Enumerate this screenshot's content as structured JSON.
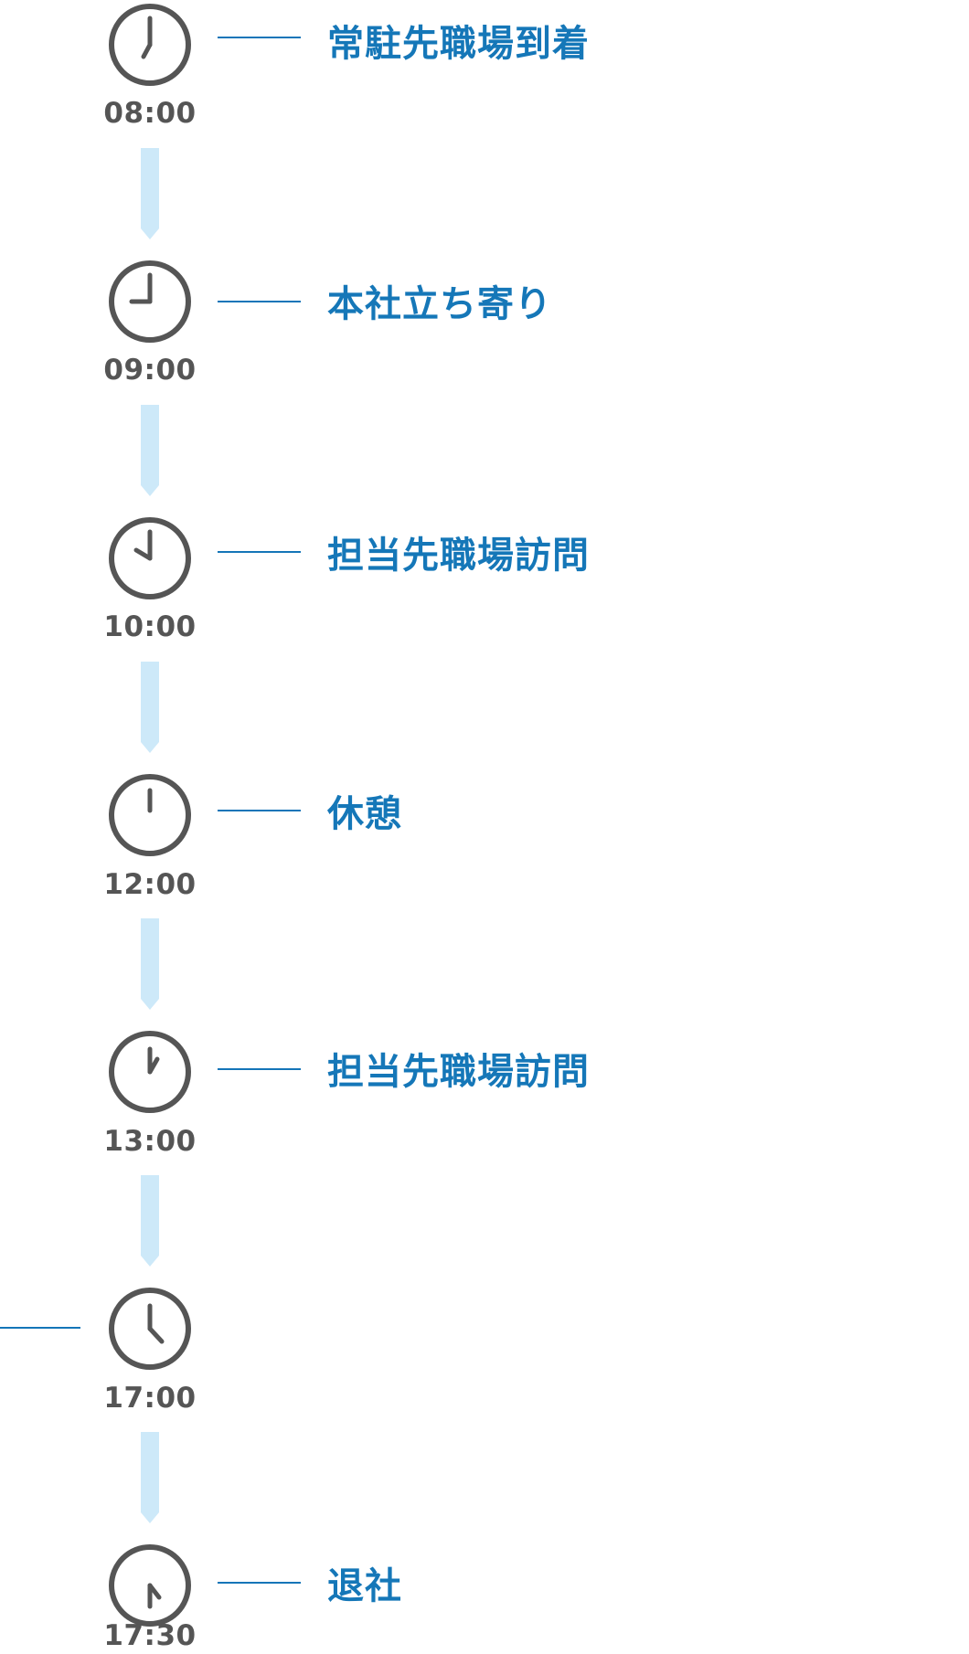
{
  "schedule": [
    {
      "time": "08:00",
      "label": "常駐先職場到着",
      "clock_icon": "clock-0800-icon"
    },
    {
      "time": "09:00",
      "label": "本社立ち寄り",
      "clock_icon": "clock-0900-icon"
    },
    {
      "time": "10:00",
      "label": "担当先職場訪問",
      "clock_icon": "clock-1000-icon"
    },
    {
      "time": "12:00",
      "label": "休憩",
      "clock_icon": "clock-1200-icon"
    },
    {
      "time": "13:00",
      "label": "担当先職場訪問",
      "clock_icon": "clock-1300-icon"
    },
    {
      "time": "17:00",
      "label": "",
      "clock_icon": "clock-1700-icon"
    },
    {
      "time": "17:30",
      "label": "退社",
      "clock_icon": "clock-1730-icon"
    }
  ],
  "colors": {
    "clock": "#555555",
    "label": "#1577b8",
    "connector": "#1475b8",
    "arrow": "#cde9f9"
  }
}
